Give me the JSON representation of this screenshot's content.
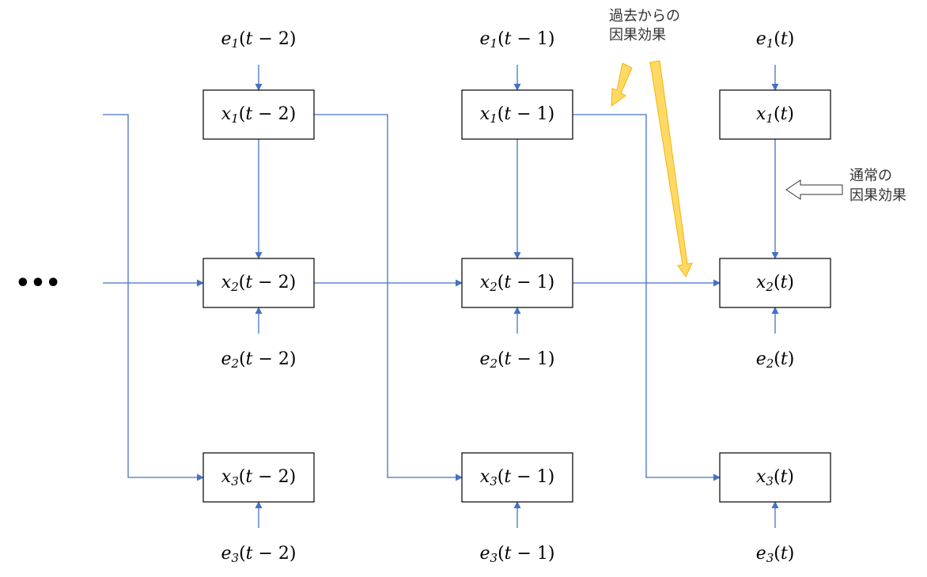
{
  "diagram": {
    "ellipsis": "•••",
    "annotations": {
      "past_effect": [
        "過去からの",
        "因果効果"
      ],
      "normal_effect": [
        "通常の",
        "因果効果"
      ]
    },
    "time_labels": [
      "t − 2",
      "t − 1",
      "t"
    ],
    "variables": [
      "1",
      "2",
      "3"
    ],
    "node_prefix": "x",
    "noise_prefix": "e",
    "colors": {
      "arrow": "#4472c4",
      "highlight": "#ffd966",
      "highlight_border": "#f4b400",
      "box_border": "#000000"
    }
  }
}
